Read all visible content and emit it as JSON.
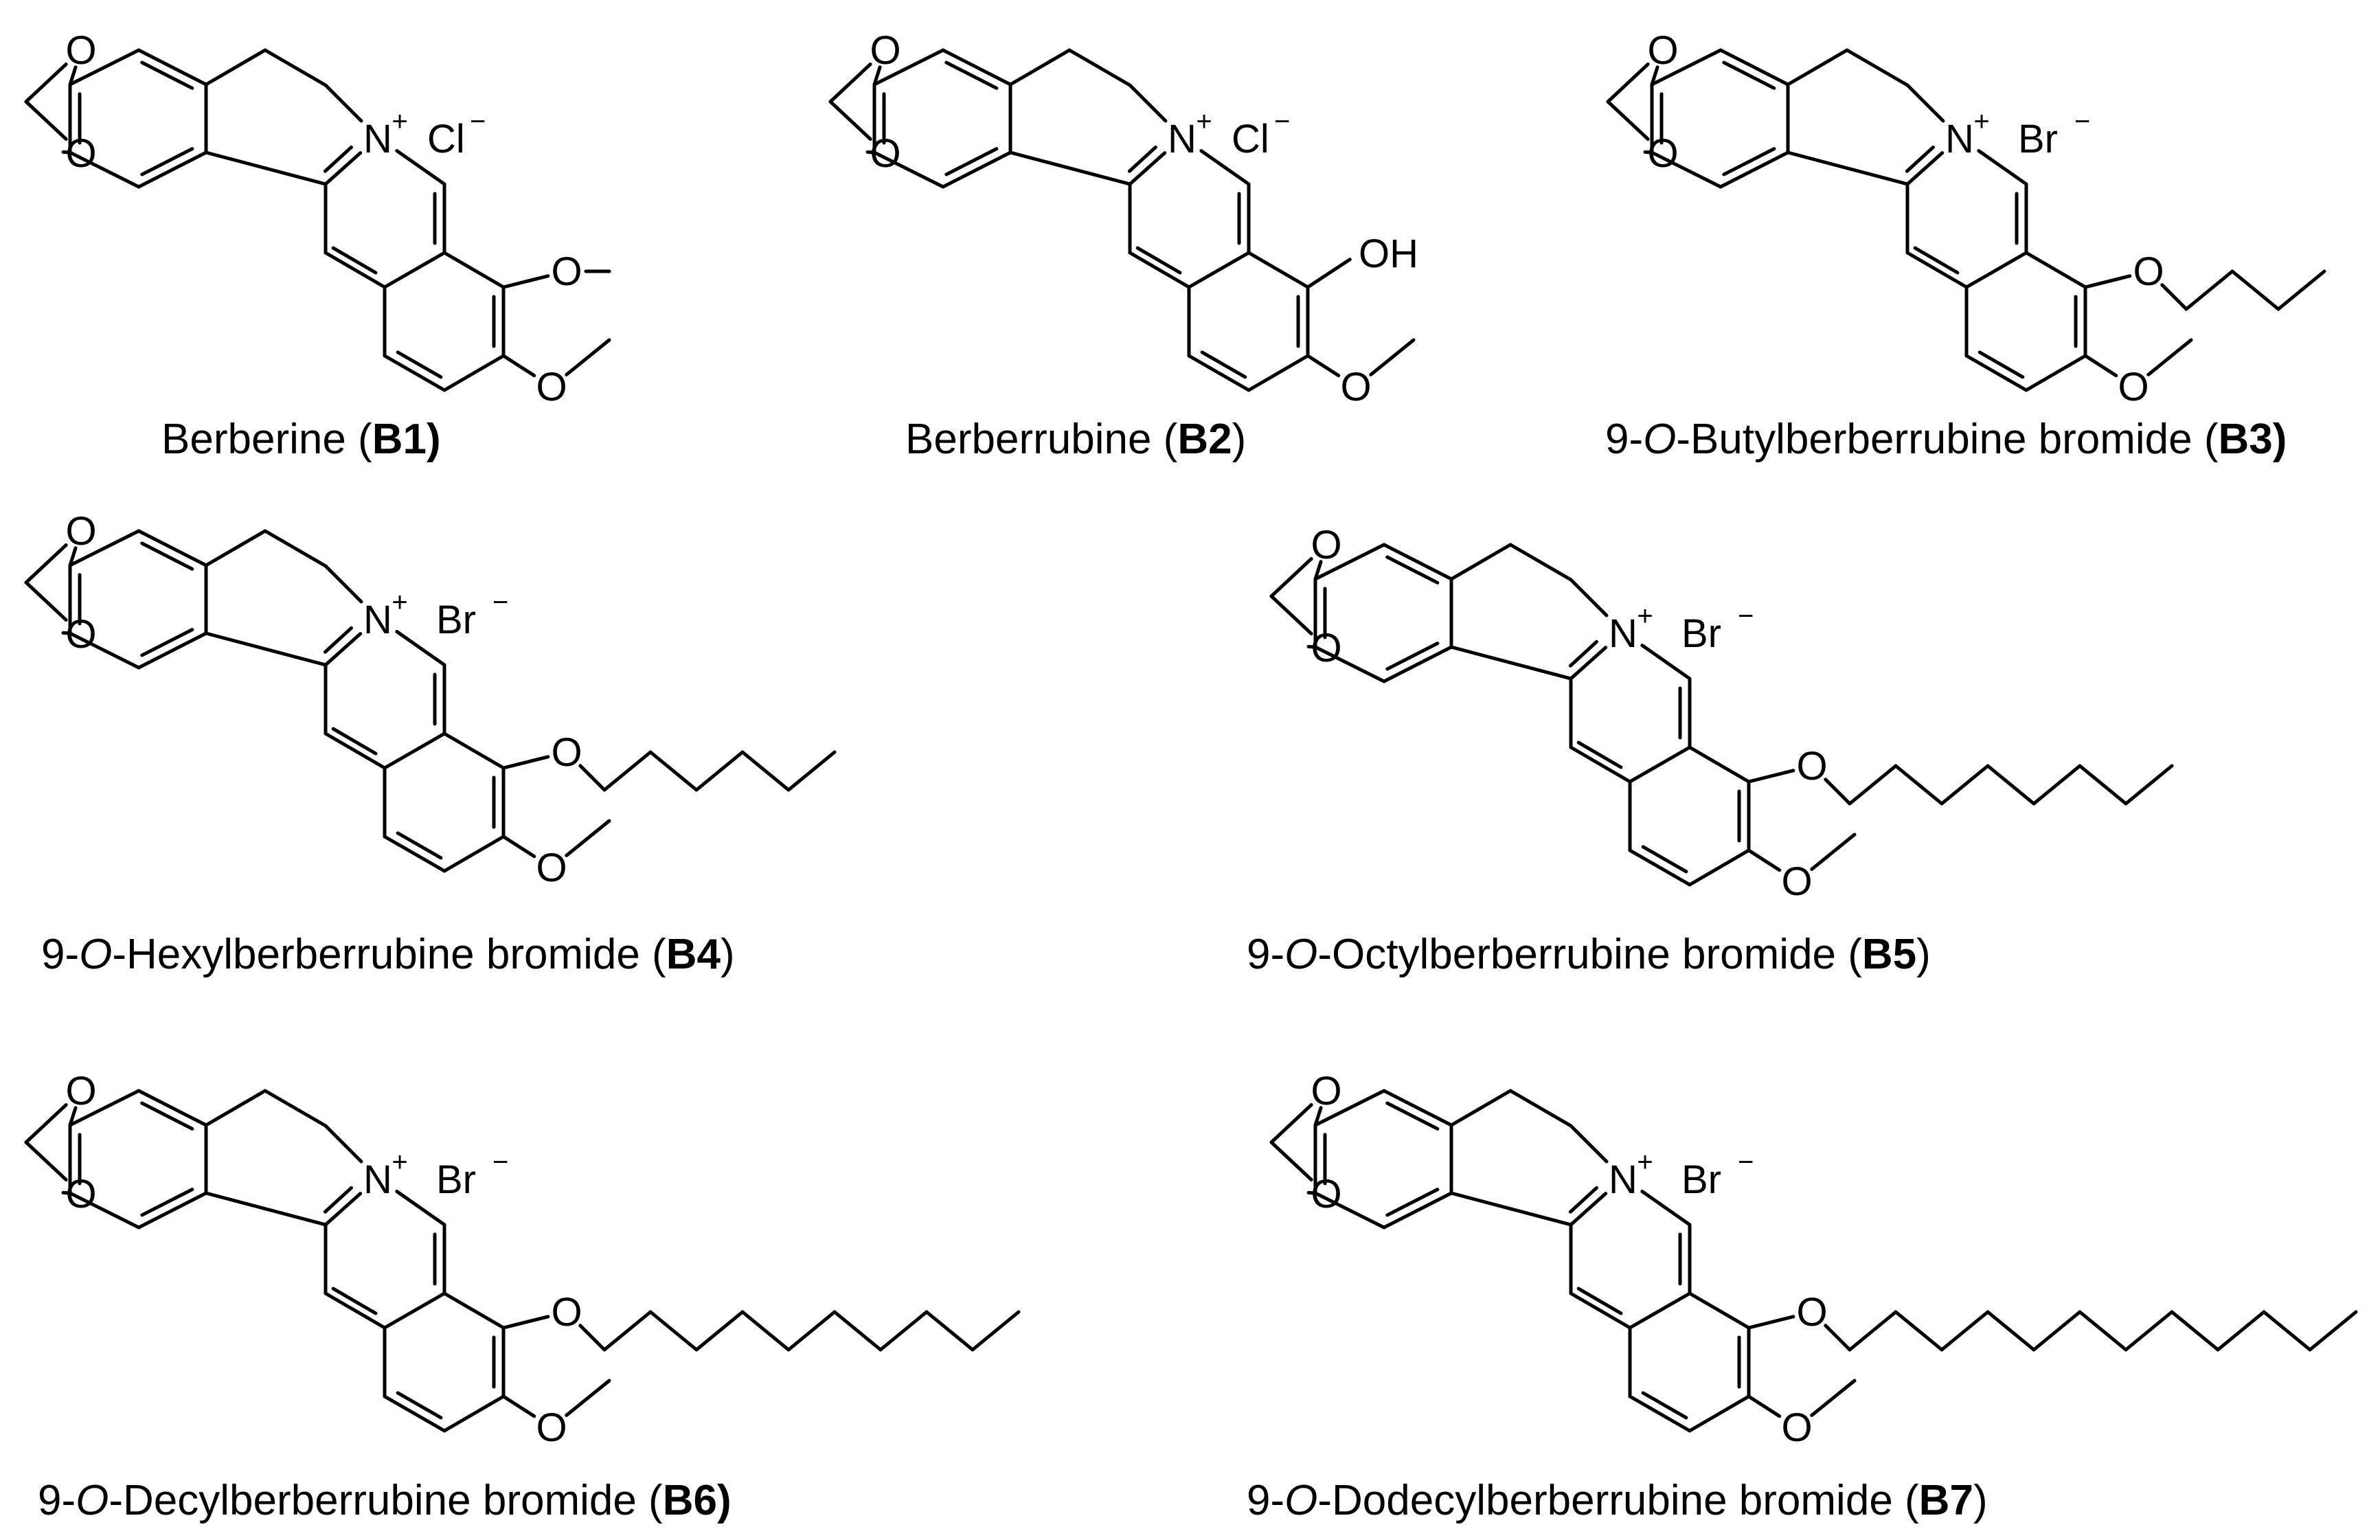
{
  "figure": {
    "compounds": [
      {
        "id": "B1",
        "caption_parts": [
          {
            "t": "Berberine ("
          },
          {
            "t": "B1)",
            "b": true
          }
        ],
        "counter_ion": "Cl",
        "substituent_9": "methoxy",
        "chain_carbons": 1
      },
      {
        "id": "B2",
        "caption_parts": [
          {
            "t": "Berberrubine ("
          },
          {
            "t": "B2",
            "b": true
          },
          {
            "t": ")"
          }
        ],
        "counter_ion": "Cl",
        "substituent_9": "hydroxy",
        "chain_carbons": 0
      },
      {
        "id": "B3",
        "caption_parts": [
          {
            "t": "9-"
          },
          {
            "t": "O",
            "i": true
          },
          {
            "t": "-Butylberberrubine bromide ("
          },
          {
            "t": "B3)",
            "b": true
          }
        ],
        "counter_ion": "Br",
        "substituent_9": "alkoxy",
        "chain_carbons": 4
      },
      {
        "id": "B4",
        "caption_parts": [
          {
            "t": "9-"
          },
          {
            "t": "O",
            "i": true
          },
          {
            "t": "-Hexylberberrubine bromide ("
          },
          {
            "t": "B4",
            "b": true
          },
          {
            "t": ")"
          }
        ],
        "counter_ion": "Br",
        "substituent_9": "alkoxy",
        "chain_carbons": 6
      },
      {
        "id": "B5",
        "caption_parts": [
          {
            "t": "9-"
          },
          {
            "t": "O",
            "i": true
          },
          {
            "t": "-Octylberberrubine bromide ("
          },
          {
            "t": "B5",
            "b": true
          },
          {
            "t": ")"
          }
        ],
        "counter_ion": "Br",
        "substituent_9": "alkoxy",
        "chain_carbons": 8
      },
      {
        "id": "B6",
        "caption_parts": [
          {
            "t": "9-"
          },
          {
            "t": "O",
            "i": true
          },
          {
            "t": "-Decylberberrubine bromide ("
          },
          {
            "t": "B6)",
            "b": true
          }
        ],
        "counter_ion": "Br",
        "substituent_9": "alkoxy",
        "chain_carbons": 10
      },
      {
        "id": "B7",
        "caption_parts": [
          {
            "t": "9-"
          },
          {
            "t": "O",
            "i": true
          },
          {
            "t": "-Dodecylberberrubine bromide ("
          },
          {
            "t": "B7",
            "b": true
          },
          {
            "t": ")"
          }
        ],
        "counter_ion": "Br",
        "substituent_9": "alkoxy",
        "chain_carbons": 12
      }
    ],
    "atom_labels": {
      "oxygen": "O",
      "nitrogen": "N",
      "hydroxyl": "OH",
      "plus": "+",
      "minus": "−"
    }
  }
}
